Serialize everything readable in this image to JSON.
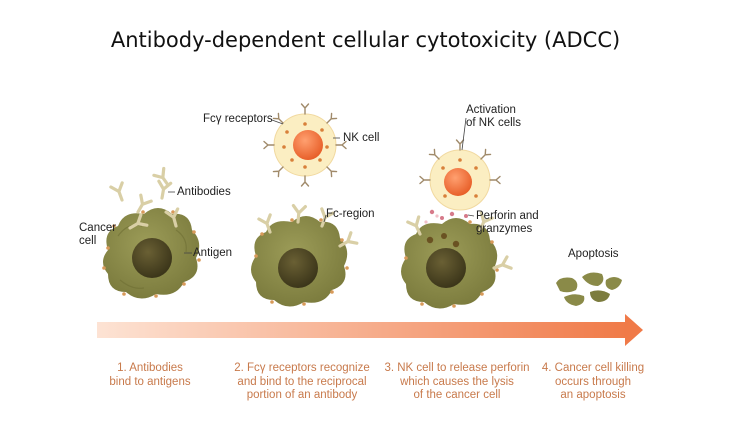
{
  "title": "Antibody-dependent cellular cytotoxicity (ADCC)",
  "labels": {
    "antibodies": "Antibodies",
    "cancer_cell_line1": "Cancer",
    "cancer_cell_line2": "cell",
    "antigen": "Antigen",
    "fc_receptors": "Fcγ receptors",
    "nk_cell": "NK cell",
    "fc_region": "Fc-region",
    "activation_line1": "Activation",
    "activation_line2": "of NK cells",
    "perforin_line1": "Perforin and",
    "perforin_line2": "granzymes",
    "apoptosis": "Apoptosis"
  },
  "steps": [
    {
      "line1": "1. Antibodies",
      "line2": "bind to antigens",
      "line3": ""
    },
    {
      "line1": "2. Fcγ receptors recognize",
      "line2": "and bind to the reciprocal",
      "line3": "portion of an antibody"
    },
    {
      "line1": "3. NK cell to release perforin",
      "line2": "which causes the lysis",
      "line3": "of the cancer cell"
    },
    {
      "line1": "4. Cancer cell killing",
      "line2": "occurs through",
      "line3": "an apoptosis"
    }
  ],
  "colors": {
    "cancer_body": "#8a8a48",
    "cancer_nucleus": "#4a4422",
    "nk_outer": "#fbeec2",
    "nk_nucleus": "#f07a3c",
    "antibody": "#d9cfa6",
    "arrow": "#f28a5a",
    "step_text": "#c87a4c"
  }
}
